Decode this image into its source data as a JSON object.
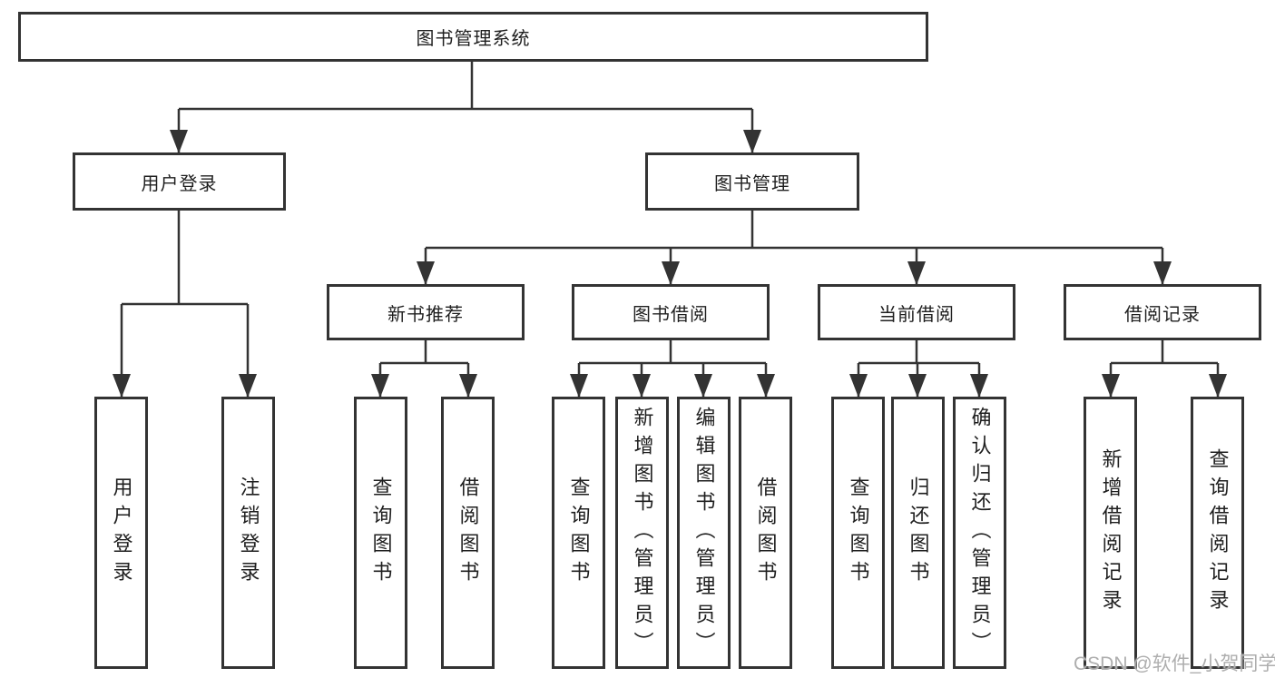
{
  "diagram_type": "hierarchy-tree",
  "tree": {
    "root": "图书管理系统",
    "branches": [
      {
        "label": "用户登录",
        "leaves": [
          "用户登录",
          "注销登录"
        ]
      },
      {
        "label": "图书管理",
        "children": [
          {
            "label": "新书推荐",
            "leaves": [
              "查询图书",
              "借阅图书"
            ]
          },
          {
            "label": "图书借阅",
            "leaves": [
              "查询图书",
              "新增图书（管理员）",
              "编辑图书（管理员）",
              "借阅图书"
            ]
          },
          {
            "label": "当前借阅",
            "leaves": [
              "查询图书",
              "归还图书",
              "确认归还（管理员）"
            ]
          },
          {
            "label": "借阅记录",
            "leaves": [
              "新增借阅记录",
              "查询借阅记录"
            ]
          }
        ]
      }
    ]
  },
  "watermark": {
    "text": "CSDN @软件_小贺同学"
  },
  "colors": {
    "line": "#333333",
    "box_border": "#333333",
    "box_background": "#ffffff",
    "text": "#1f1f1f",
    "watermark": "#aeaeae",
    "page_background": "#ffffff"
  }
}
